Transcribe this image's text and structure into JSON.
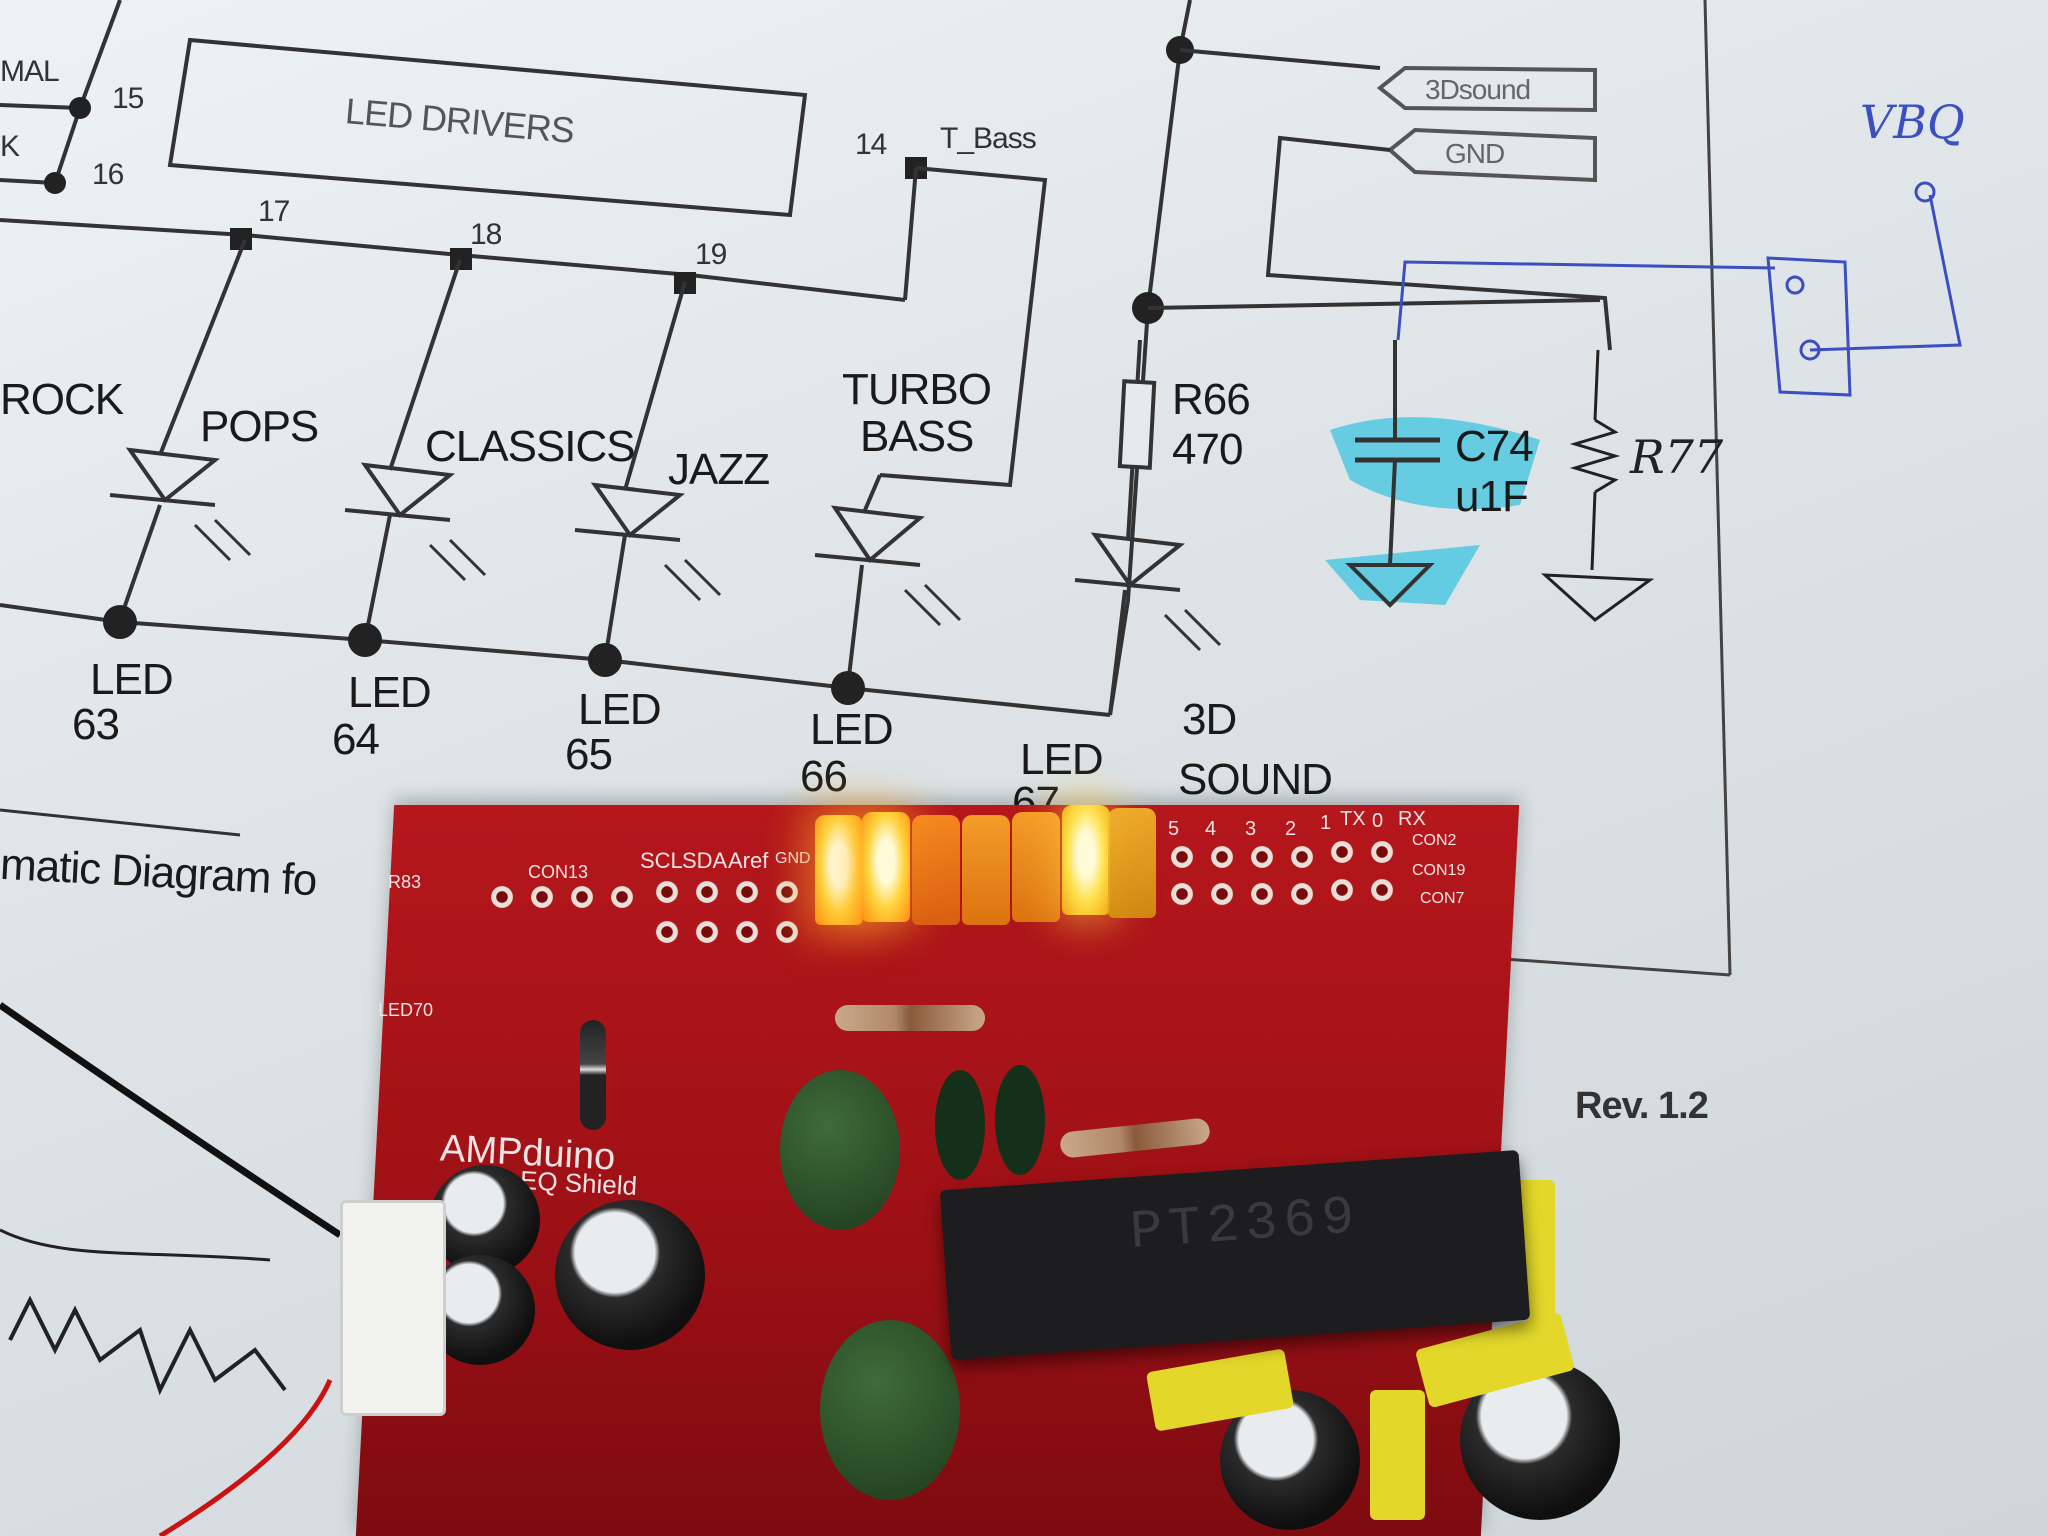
{
  "schematic": {
    "box_title": "LED DRIVERS",
    "left_partial_1": "MAL",
    "left_partial_2": "K",
    "pin_15": "15",
    "pin_16": "16",
    "pin_17": "17",
    "pin_18": "18",
    "pin_19": "19",
    "pin_14": "14",
    "net_t_bass": "T_Bass",
    "connector_3dsound": "3Dsound",
    "connector_gnd": "GND",
    "mode_rock": "ROCK",
    "mode_pops": "POPS",
    "mode_classics": "CLASSICS",
    "mode_jazz": "JAZZ",
    "mode_turbo": "TURBO",
    "mode_bass": "BASS",
    "r66_name": "R66",
    "r66_value": "470",
    "c74_name": "C74",
    "c74_value": "u1F",
    "led_word": "LED",
    "led_63": "63",
    "led_64": "64",
    "led_65": "65",
    "led_66": "66",
    "led_67": "67",
    "sound_3d_1": "3D",
    "sound_3d_2": "SOUND",
    "footer_title": "matic Diagram fo",
    "revision": "Rev. 1.2",
    "handwritten_vbq": "VBQ",
    "handwritten_r77": "R77"
  },
  "pcb": {
    "brand": "AMPduino",
    "subtitle": "EQ Shield",
    "header_labels": [
      "SCL",
      "SDA",
      "Aref",
      "GND"
    ],
    "right_pins": [
      "5",
      "4",
      "3",
      "2",
      "1",
      "TX",
      "0",
      "RX"
    ],
    "con_labels": [
      "CON13",
      "CON2",
      "CON19",
      "CON7"
    ],
    "ref_r83": "R83",
    "ref_led70": "LED70",
    "chip_marking": "PT2369"
  },
  "colors": {
    "pcb_red": "#b5171c",
    "led_lit_yellow": "#ffe680",
    "led_lit_orange": "#ff9a1f",
    "highlighter_blue": "#3cc4e0",
    "pen_blue": "#3b4fc0"
  }
}
